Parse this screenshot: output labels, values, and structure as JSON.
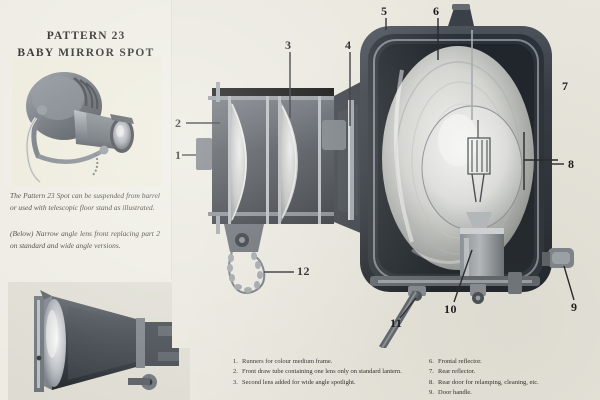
{
  "page": {
    "background_color": "#e9e7dd",
    "ink_color": "#1d1c1a"
  },
  "heading": {
    "line1": "PATTERN 23",
    "line2": "BABY  MIRROR  SPOT"
  },
  "captions": {
    "top": "The Pattern 23 Spot can be suspended from barrel or used with telescopic floor stand as illustrated.",
    "bottom": "(Below) Narrow angle lens front replacing part 2 on standard and wide angle versions."
  },
  "figures": {
    "product_photo": "baby-mirror-spot-complete-lantern-photo",
    "cutaway_photo": "sectioned-lantern-cutaway-photo",
    "narrow_lens_photo": "narrow-angle-lens-front-photo"
  },
  "callouts": [
    {
      "number": "1",
      "label": "runners-for-colour-medium-frame"
    },
    {
      "number": "2",
      "label": "front-draw-tube"
    },
    {
      "number": "3",
      "label": "second-lens"
    },
    {
      "number": "4",
      "label": "lens-tube-clamp"
    },
    {
      "number": "5",
      "label": "lantern-body-top"
    },
    {
      "number": "6",
      "label": "frontal-reflector"
    },
    {
      "number": "7",
      "label": "rear-reflector"
    },
    {
      "number": "8",
      "label": "rear-door"
    },
    {
      "number": "9",
      "label": "door-handle"
    },
    {
      "number": "10",
      "label": "lamp-base"
    },
    {
      "number": "11",
      "label": "lamp-tray-fixing"
    },
    {
      "number": "12",
      "label": "safety-chain"
    }
  ],
  "key_list": {
    "left_column": [
      {
        "number": "1.",
        "text": "Runners for colour medium frame."
      },
      {
        "number": "2.",
        "text": "Front draw tube containing one lens only on standard lantern."
      },
      {
        "number": "3.",
        "text": "Second lens added for wide angle spotlight."
      }
    ],
    "right_column": [
      {
        "number": "6.",
        "text": "Frontal reflector."
      },
      {
        "number": "7.",
        "text": "Rear reflector."
      },
      {
        "number": "8.",
        "text": "Rear door for relamping, cleaning, etc."
      },
      {
        "number": "9.",
        "text": "Door handle."
      }
    ]
  }
}
